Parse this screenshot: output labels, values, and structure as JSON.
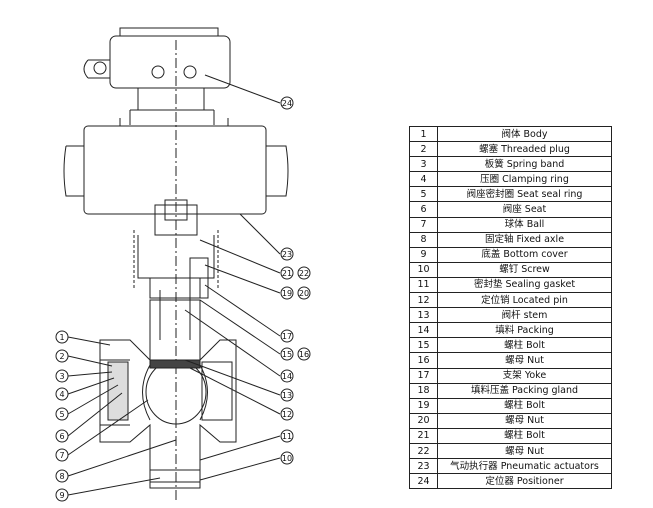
{
  "parts": [
    {
      "no": "1",
      "name": "阀体 Body"
    },
    {
      "no": "2",
      "name": "螺塞 Threaded plug"
    },
    {
      "no": "3",
      "name": "板簧 Spring band"
    },
    {
      "no": "4",
      "name": "压圈 Clamping ring"
    },
    {
      "no": "5",
      "name": "阀座密封圈 Seat seal ring"
    },
    {
      "no": "6",
      "name": "阀座 Seat"
    },
    {
      "no": "7",
      "name": "球体 Ball"
    },
    {
      "no": "8",
      "name": "固定轴 Fixed axle"
    },
    {
      "no": "9",
      "name": "底盖 Bottom cover"
    },
    {
      "no": "10",
      "name": "螺钉 Screw"
    },
    {
      "no": "11",
      "name": "密封垫 Sealing gasket"
    },
    {
      "no": "12",
      "name": "定位销 Located pin"
    },
    {
      "no": "13",
      "name": "阀杆 stem"
    },
    {
      "no": "14",
      "name": "填料 Packing"
    },
    {
      "no": "15",
      "name": "螺柱 Bolt"
    },
    {
      "no": "16",
      "name": "螺母 Nut"
    },
    {
      "no": "17",
      "name": "支架 Yoke"
    },
    {
      "no": "18",
      "name": "填料压盖 Packing gland"
    },
    {
      "no": "19",
      "name": "螺柱 Bolt"
    },
    {
      "no": "20",
      "name": "螺母 Nut"
    },
    {
      "no": "21",
      "name": "螺柱 Bolt"
    },
    {
      "no": "22",
      "name": "螺母 Nut"
    },
    {
      "no": "23",
      "name": "气动执行器 Pneumatic actuators"
    },
    {
      "no": "24",
      "name": "定位器 Positioner"
    }
  ],
  "callouts": {
    "left": [
      "1",
      "2",
      "3",
      "4",
      "5",
      "6",
      "7",
      "8",
      "9"
    ],
    "right": [
      "24",
      "23",
      "21",
      "22",
      "19",
      "20",
      "17",
      "15",
      "16",
      "14",
      "13",
      "12",
      "11",
      "10"
    ]
  }
}
